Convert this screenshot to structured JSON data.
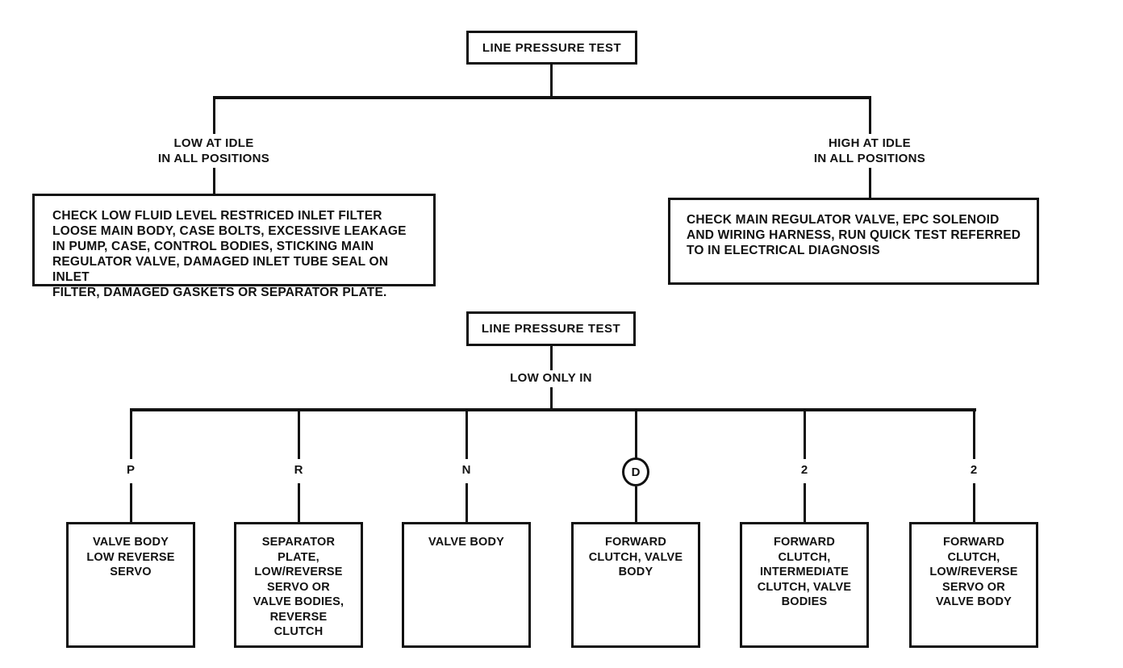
{
  "colors": {
    "line": "#111111",
    "background": "#ffffff",
    "text": "#111111"
  },
  "top_chart": {
    "root_label": "LINE PRESSURE TEST",
    "left": {
      "condition": "LOW AT IDLE\nIN ALL POSITIONS",
      "result": "CHECK LOW FLUID LEVEL RESTRICED INLET FILTER\nLOOSE MAIN BODY, CASE BOLTS, EXCESSIVE LEAKAGE\nIN PUMP, CASE, CONTROL BODIES, STICKING MAIN\nREGULATOR VALVE, DAMAGED INLET TUBE SEAL ON INLET\nFILTER, DAMAGED GASKETS OR SEPARATOR PLATE."
    },
    "right": {
      "condition": "HIGH AT IDLE\nIN ALL POSITIONS",
      "result": "CHECK MAIN REGULATOR VALVE, EPC SOLENOID\nAND WIRING HARNESS, RUN QUICK TEST REFERRED\nTO IN ELECTRICAL DIAGNOSIS"
    }
  },
  "bottom_chart": {
    "root_label": "LINE PRESSURE TEST",
    "condition": "LOW ONLY IN",
    "branches": [
      {
        "gear": "P",
        "circled": false,
        "result": "VALVE BODY\nLOW REVERSE\nSERVO"
      },
      {
        "gear": "R",
        "circled": false,
        "result": "SEPARATOR\nPLATE,\nLOW/REVERSE\nSERVO OR\nVALVE BODIES,\nREVERSE\nCLUTCH"
      },
      {
        "gear": "N",
        "circled": false,
        "result": "VALVE BODY"
      },
      {
        "gear": "D",
        "circled": true,
        "result": "FORWARD\nCLUTCH, VALVE\nBODY"
      },
      {
        "gear": "2",
        "circled": false,
        "result": "FORWARD\nCLUTCH,\nINTERMEDIATE\nCLUTCH, VALVE\nBODIES"
      },
      {
        "gear": "2",
        "circled": false,
        "result": "FORWARD\nCLUTCH,\nLOW/REVERSE\nSERVO OR\nVALVE BODY"
      }
    ]
  }
}
